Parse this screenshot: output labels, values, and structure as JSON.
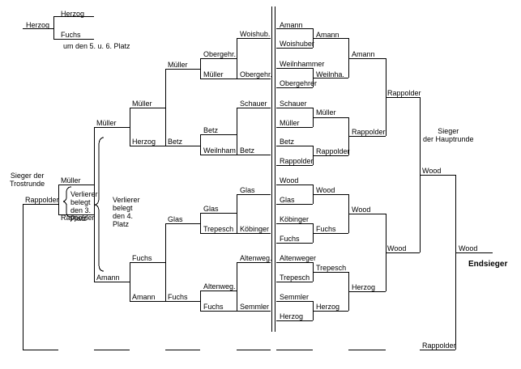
{
  "labels": [
    {
      "id": "herzog-top",
      "text": "Herzog"
    },
    {
      "id": "herzog-top2",
      "text": "Herzog"
    },
    {
      "id": "fuchs-top",
      "text": "Fuchs"
    },
    {
      "id": "platz56",
      "text": "um den 5. u. 6. Platz"
    },
    {
      "id": "r1-woishub",
      "text": "Woishub."
    },
    {
      "id": "r1-obergehr-a",
      "text": "Obergehr."
    },
    {
      "id": "r1-mueller-a",
      "text": "Müller"
    },
    {
      "id": "r1-obergehr-b",
      "text": "Obergehr."
    },
    {
      "id": "r1-mueller-b",
      "text": "Müller"
    },
    {
      "id": "r1-mueller-c",
      "text": "Müller"
    },
    {
      "id": "r1-mueller-d",
      "text": "Müller"
    },
    {
      "id": "r1-schauer",
      "text": "Schauer"
    },
    {
      "id": "r1-herzog",
      "text": "Herzog"
    },
    {
      "id": "r1-betz-a",
      "text": "Betz"
    },
    {
      "id": "r1-betz-b",
      "text": "Betz"
    },
    {
      "id": "r1-weilnham",
      "text": "Weilnham"
    },
    {
      "id": "r1-betz-c",
      "text": "Betz"
    },
    {
      "id": "r1-glas-a",
      "text": "Glas"
    },
    {
      "id": "r1-glas-b",
      "text": "Glas"
    },
    {
      "id": "r1-glas-c",
      "text": "Glas"
    },
    {
      "id": "r1-trepesch",
      "text": "Trepesch"
    },
    {
      "id": "r1-koebinger",
      "text": "Köbinger"
    },
    {
      "id": "r1-fuchs-a",
      "text": "Fuchs"
    },
    {
      "id": "r1-altenweg-a",
      "text": "Altenweg."
    },
    {
      "id": "r1-amann-a",
      "text": "Amann"
    },
    {
      "id": "r1-fuchs-b",
      "text": "Fuchs"
    },
    {
      "id": "r1-altenweg-b",
      "text": "Altenweg."
    },
    {
      "id": "r1-fuchs-c",
      "text": "Fuchs"
    },
    {
      "id": "r1-semmler",
      "text": "Semmler"
    },
    {
      "id": "r1-amann-b",
      "text": "Amann"
    },
    {
      "id": "tr-mueller",
      "text": "Müller"
    },
    {
      "id": "tr-rappolder",
      "text": "Rappolder"
    },
    {
      "id": "tr-rappolder2",
      "text": "Rappolder"
    },
    {
      "id": "tr-sieger",
      "text": "Sieger der\nTrostrunde"
    },
    {
      "id": "tr-verlierer3",
      "text": "Verlierer\nbelegt\nden 3.\nPlatz"
    },
    {
      "id": "tr-verlierer4",
      "text": "Verlierer\nbelegt\nden 4.\nPlatz"
    },
    {
      "id": "m-amann-a",
      "text": "Amann"
    },
    {
      "id": "m-amann-b",
      "text": "Amann"
    },
    {
      "id": "m-woishuber",
      "text": "Woishuber"
    },
    {
      "id": "m-weilnhammer",
      "text": "Weilnhammer"
    },
    {
      "id": "m-amann-c",
      "text": "Amann"
    },
    {
      "id": "m-weilnha",
      "text": "Weilnha."
    },
    {
      "id": "m-obergehrer",
      "text": "Obergehrer"
    },
    {
      "id": "m-schauer",
      "text": "Schauer"
    },
    {
      "id": "m-mueller-a",
      "text": "Müller"
    },
    {
      "id": "m-mueller-b",
      "text": "Müller"
    },
    {
      "id": "m-rappolder-a",
      "text": "Rappolder"
    },
    {
      "id": "m-rappolder-b",
      "text": "Rappolder"
    },
    {
      "id": "m-betz",
      "text": "Betz"
    },
    {
      "id": "m-rappolder-c",
      "text": "Rappolder"
    },
    {
      "id": "m-rappolder-d",
      "text": "Rappolder"
    },
    {
      "id": "m-sieger-haupt",
      "text": "Sieger\nder Hauptrunde"
    },
    {
      "id": "m-wood-a",
      "text": "Wood"
    },
    {
      "id": "m-wood-b",
      "text": "Wood"
    },
    {
      "id": "m-glas",
      "text": "Glas"
    },
    {
      "id": "m-wood-c",
      "text": "Wood"
    },
    {
      "id": "m-wood-d",
      "text": "Wood"
    },
    {
      "id": "m-koebinger",
      "text": "Köbinger"
    },
    {
      "id": "m-fuchs-a",
      "text": "Fuchs"
    },
    {
      "id": "m-fuchs-b",
      "text": "Fuchs"
    },
    {
      "id": "m-wood-e",
      "text": "Wood"
    },
    {
      "id": "m-wood-f",
      "text": "Wood"
    },
    {
      "id": "m-altenweger",
      "text": "Altenweger"
    },
    {
      "id": "m-trepesch-a",
      "text": "Trepesch"
    },
    {
      "id": "m-trepesch-b",
      "text": "Trepesch"
    },
    {
      "id": "m-herzog-a",
      "text": "Herzog"
    },
    {
      "id": "m-semmler",
      "text": "Semmler"
    },
    {
      "id": "m-herzog-b",
      "text": "Herzog"
    },
    {
      "id": "m-herzog-c",
      "text": "Herzog"
    },
    {
      "id": "m-rappolder-e",
      "text": "Rappolder"
    },
    {
      "id": "m-endsieger",
      "text": "Endsieger"
    }
  ]
}
